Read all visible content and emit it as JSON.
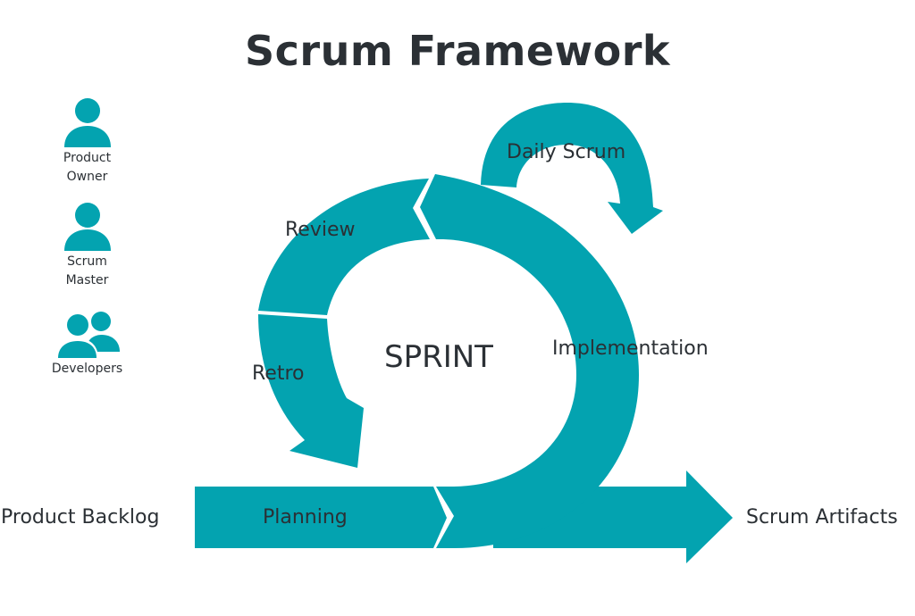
{
  "title": "Scrum Framework",
  "colors": {
    "accent": "#03a3b0",
    "text": "#2b3035"
  },
  "roles": [
    {
      "label": "Product\nOwner",
      "icon": "person-icon"
    },
    {
      "label": "Scrum\nMaster",
      "icon": "person-icon"
    },
    {
      "label": "Developers",
      "icon": "people-icon"
    }
  ],
  "cycle": {
    "center": "SPRINT",
    "daily": "Daily Scrum",
    "review": "Review",
    "retro": "Retro",
    "implementation": "Implementation",
    "planning": "Planning"
  },
  "flow": {
    "input": "Product Backlog",
    "output": "Scrum Artifacts"
  }
}
